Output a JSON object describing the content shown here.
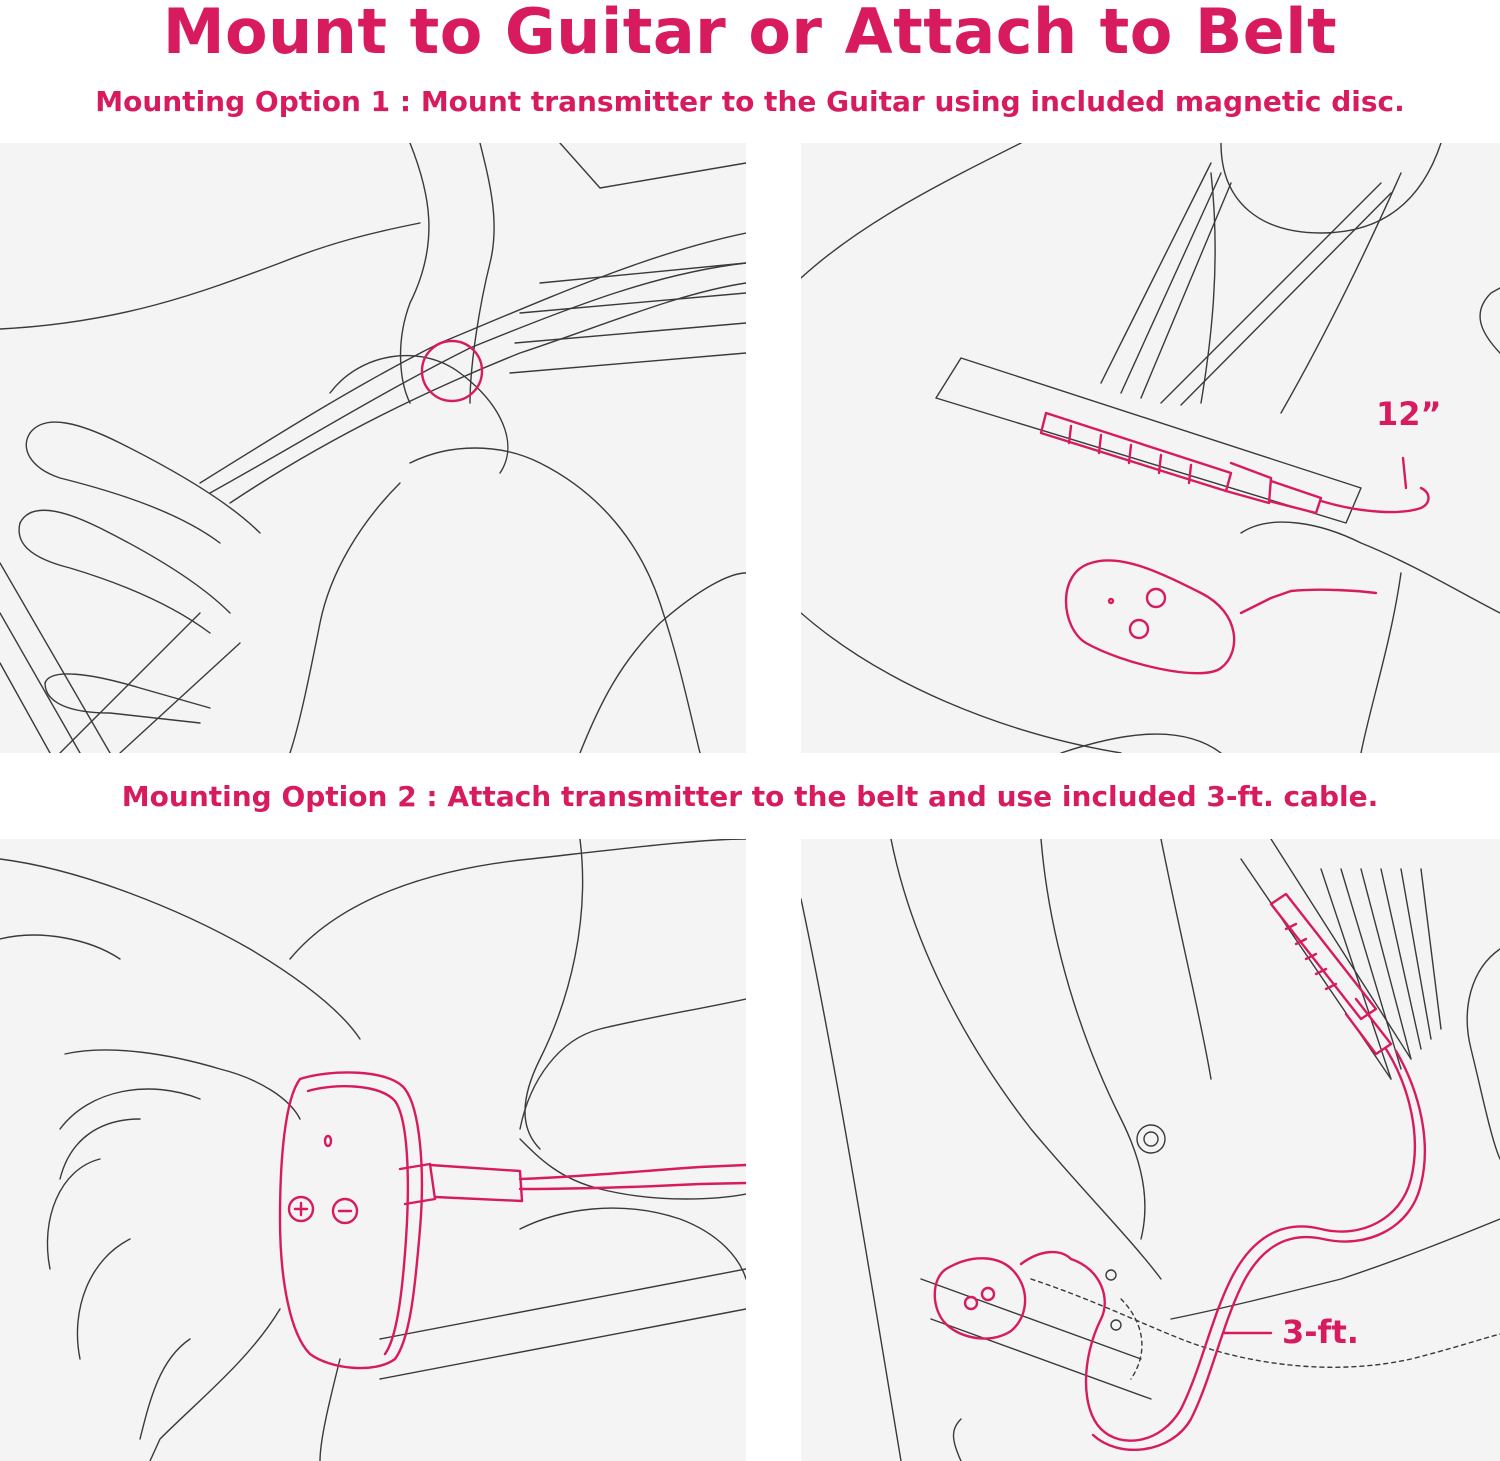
{
  "header": {
    "title": "Mount to Guitar or Attach to Belt",
    "option1": "Mounting Option 1 : Mount transmitter to the Guitar using included magnetic disc.",
    "option2": "Mounting Option 2 : Attach transmitter to the belt and use included 3-ft. cable."
  },
  "callouts": {
    "pickup_cable_length": "12”",
    "belt_cable_length": "3-ft."
  },
  "colors": {
    "accent": "#d81b5f",
    "panel_bg": "#f4f4f5",
    "line": "#3a3a3a"
  }
}
